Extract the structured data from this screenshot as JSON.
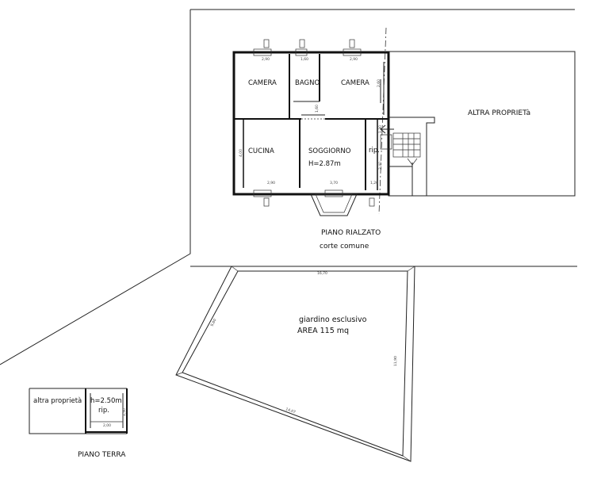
{
  "rooms": {
    "camera_left": "CAMERA",
    "bagno": "BAGNO",
    "camera_right": "CAMERA",
    "cucina": "CUCINA",
    "soggiorno": "SOGGIORNO",
    "soggiorno_height": "H=2.87m",
    "rip_upper": "rip."
  },
  "labels": {
    "altra_proprieta_upper": "ALTRA PROPRIETà",
    "piano_rialzato": "PIANO RIALZATO",
    "corte_comune": "corte comune",
    "giardino": "giardino esclusivo",
    "area": "AREA 115 mq",
    "altra_proprieta_lower": "altra proprietà",
    "piano_terra_height": "h=2.50m",
    "rip_lower": "rip.",
    "piano_terra": "PIANO TERRA"
  },
  "dimensions": {
    "camera_left_w": "2,90",
    "bagno_w": "1,60",
    "camera_right_w": "2,90",
    "cucina_w": "2,90",
    "soggiorno_w": "3,70",
    "rip_w": "1,20",
    "camera_h": "2,60",
    "cucina_h": "4,00",
    "corr_h": "1,30",
    "bagno_h": "1,60",
    "rip_h": "2,40",
    "garden_top": "16,70",
    "garden_left": "9,80",
    "garden_right": "11,90",
    "garden_bottom": "14,07",
    "terra_w": "2,00",
    "terra_h": "1,50"
  }
}
